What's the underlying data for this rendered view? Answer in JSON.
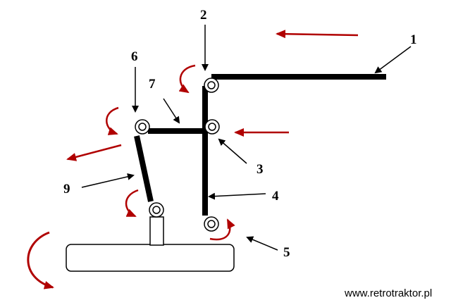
{
  "labels": {
    "l1": "1",
    "l2": "2",
    "l3": "3",
    "l4": "4",
    "l5": "5",
    "l6": "6",
    "l7": "7",
    "l9": "9"
  },
  "footer": "www.retrotraktor.pl",
  "colors": {
    "arrow_red": "#b00000",
    "ink": "#000000"
  }
}
